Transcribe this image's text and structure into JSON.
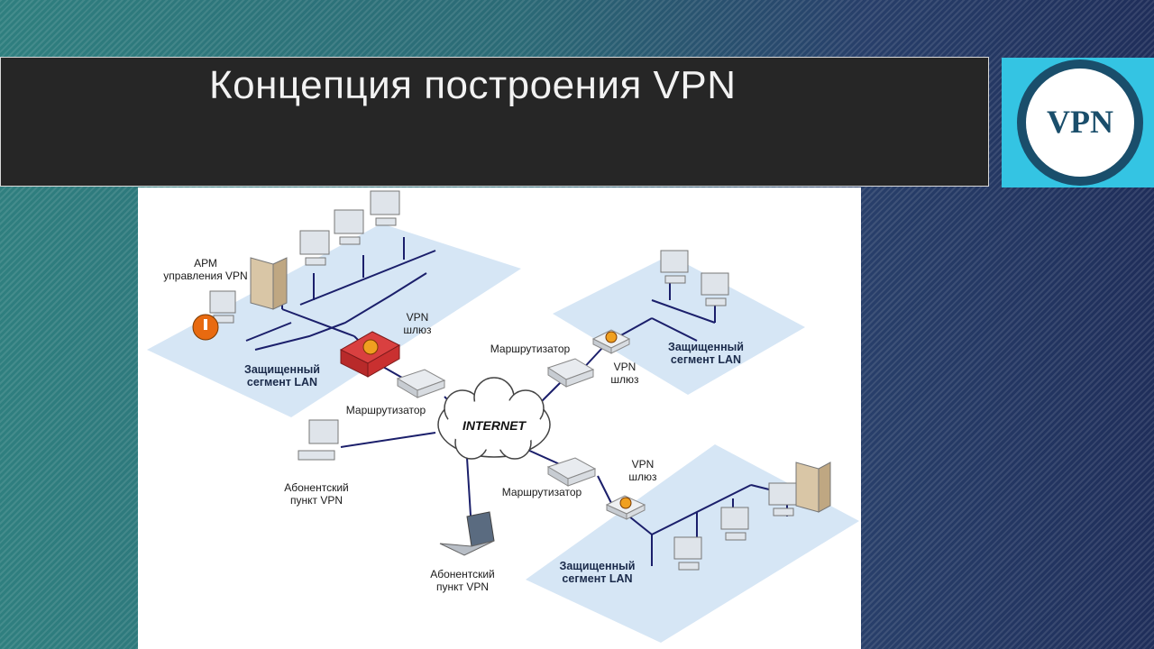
{
  "slide": {
    "title": "Концепция построения VPN",
    "logo_text": "VPN"
  },
  "diagram": {
    "internet": "INTERNET",
    "arm_line1": "АРМ",
    "arm_line2": "управления VPN",
    "vpn_gw_1_line1": "VPN",
    "vpn_gw_1_line2": "шлюз",
    "lan_1_line1": "Защищенный",
    "lan_1_line2": "сегмент LAN",
    "router_1": "Маршрутизатор",
    "router_2": "Маршрутизатор",
    "vpn_gw_2_line1": "VPN",
    "vpn_gw_2_line2": "шлюз",
    "lan_2_line1": "Защищенный",
    "lan_2_line2": "сегмент LAN",
    "subscriber_1_line1": "Абонентский",
    "subscriber_1_line2": "пункт VPN",
    "router_3": "Маршрутизатор",
    "vpn_gw_3_line1": "VPN",
    "vpn_gw_3_line2": "шлюз",
    "subscriber_2_line1": "Абонентский",
    "subscriber_2_line2": "пункт VPN",
    "lan_3_line1": "Защищенный",
    "lan_3_line2": "сегмент LAN"
  },
  "colors": {
    "lan_fill": "#d6e6f5",
    "link": "#1b1f6b",
    "gateway": "#c93030",
    "logo_bg": "#34c4e3",
    "logo_ring": "#1a4e6b"
  }
}
